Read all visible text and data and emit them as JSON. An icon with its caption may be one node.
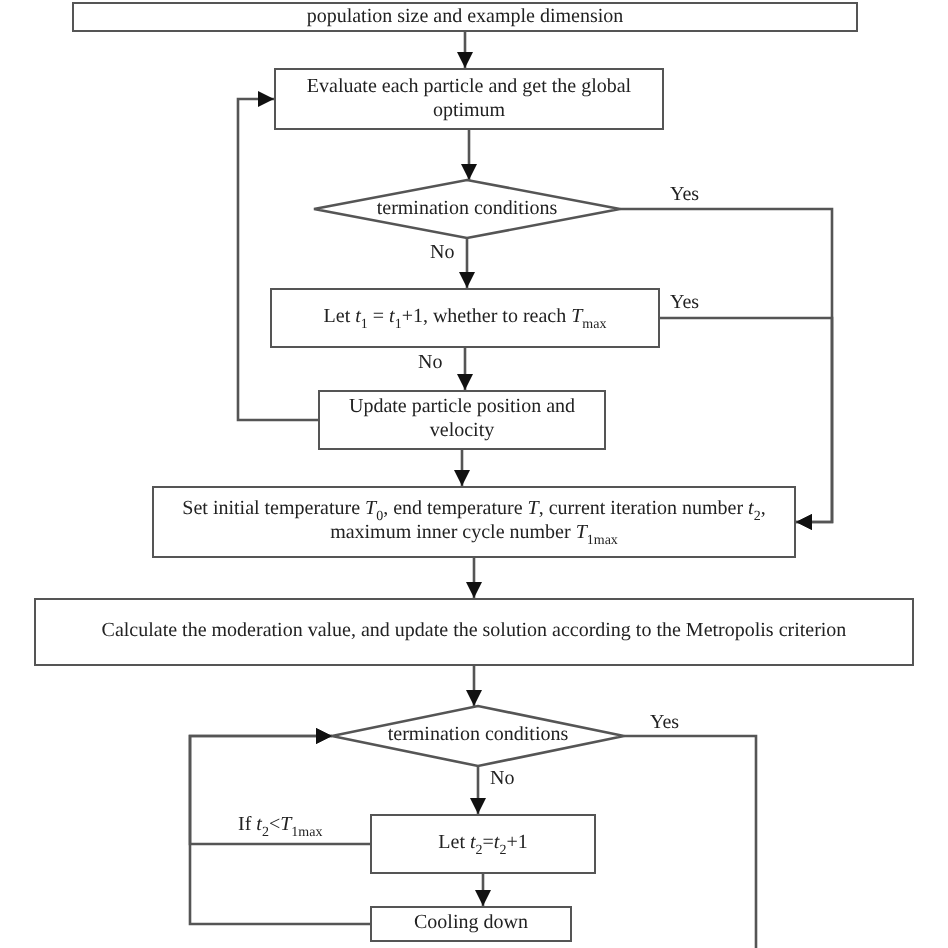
{
  "diagram": {
    "nodes": [
      {
        "text": [
          "population size and example dimension"
        ]
      },
      {
        "text": [
          "Evaluate each particle and get the global optimum"
        ]
      },
      {
        "text": [
          "termination conditions"
        ]
      },
      {
        "text": [
          "Let *t*$_{1}$ = *t*$_{1}$+1, whether to reach *T*$_{max}$"
        ]
      },
      {
        "text": [
          "Update particle position and velocity"
        ]
      },
      {
        "text": [
          "Set initial temperature *T*$_{0}$, end temperature *T*, current iteration number *t*$_{2}$, maximum inner cycle number *T*$_{1max}$"
        ]
      },
      {
        "text": [
          "Calculate the moderation value, and update the solution according to the Metropolis criterion"
        ]
      },
      {
        "text": [
          "termination conditions"
        ]
      },
      {
        "text": [
          "Let *t*$_{2}$=*t*$_{2}$+1"
        ]
      },
      {
        "text": [
          "Cooling down"
        ]
      }
    ],
    "edges": [
      {
        "from": 0,
        "to": 1,
        "arrow": "to"
      },
      {
        "from": 1,
        "to": 2,
        "arrow": "to"
      },
      {
        "from": 2,
        "to": 3,
        "arrow": "to",
        "label": "No"
      },
      {
        "from": 2,
        "to": 5,
        "arrow": "to",
        "label": "Yes"
      },
      {
        "from": 3,
        "to": 5,
        "arrow": "to",
        "label": "Yes"
      },
      {
        "from": 3,
        "to": 4,
        "arrow": "to",
        "label": "No"
      },
      {
        "from": 4,
        "to": 1,
        "arrow": "to"
      },
      {
        "from": 4,
        "to": 5,
        "arrow": "to"
      },
      {
        "from": 5,
        "to": 6,
        "arrow": "to"
      },
      {
        "from": 6,
        "to": 7,
        "arrow": "to"
      },
      {
        "from": 7,
        "to": 8,
        "arrow": "to",
        "label": "No"
      },
      {
        "from": 8,
        "to": 7,
        "arrow": "to",
        "label": "If *t*$_{2}$<*T*$_{1max}$"
      },
      {
        "from": 8,
        "to": 9,
        "arrow": "to"
      },
      {
        "from": 9,
        "to": 7,
        "arrow": "to"
      },
      {
        "from": 7,
        "to": null,
        "arrow": "none",
        "label": "Yes"
      }
    ]
  }
}
